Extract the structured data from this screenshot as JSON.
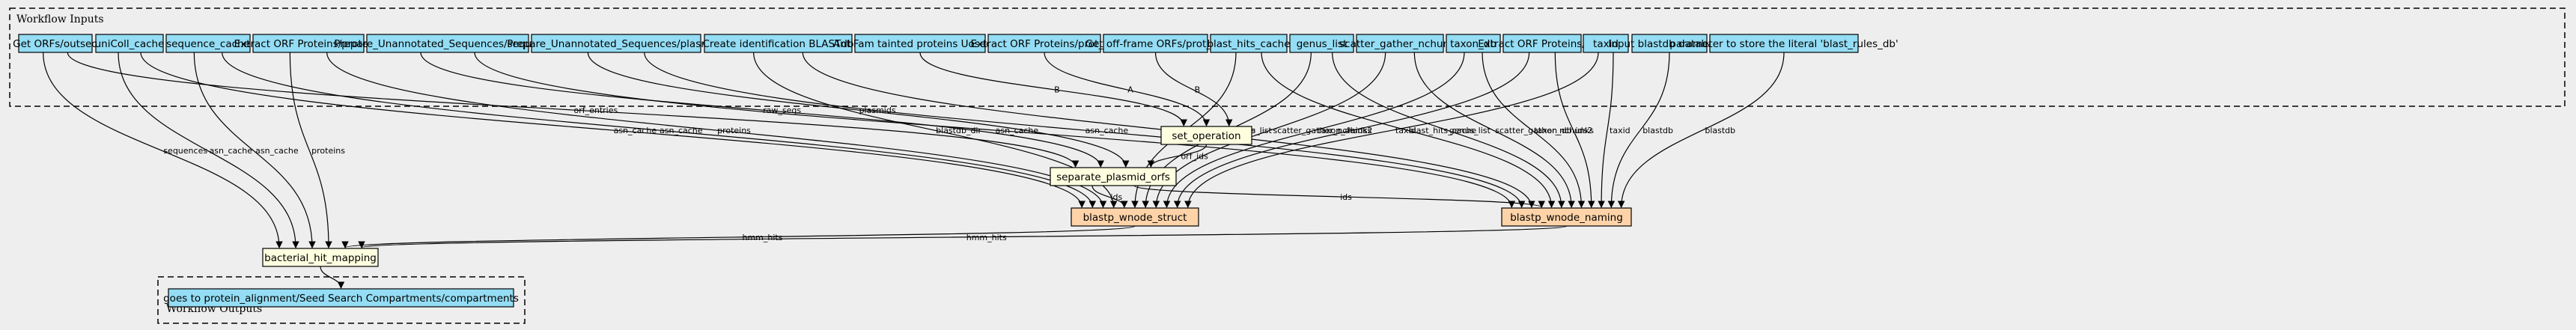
{
  "colors": {
    "background": "#eeeeee",
    "input_node": "#94ddf4",
    "step_node": "#ffffe0",
    "blast_node": "#ffd3a8",
    "output_node": "#94ddf4",
    "edge": "#000000"
  },
  "clusters": {
    "inputs_title": "Workflow Inputs",
    "outputs_title": "Workflow Outputs"
  },
  "inputs": [
    {
      "id": "in0",
      "label": "Get ORFs/outseq"
    },
    {
      "id": "in1",
      "label": "uniColl_cache"
    },
    {
      "id": "in2",
      "label": "sequence_cache"
    },
    {
      "id": "in3",
      "label": "Extract ORF Proteins/proteins"
    },
    {
      "id": "in4",
      "label": "Prepare_Unannotated_Sequences/sequences"
    },
    {
      "id": "in5",
      "label": "Prepare_Unannotated_Sequences/plasmids"
    },
    {
      "id": "in6",
      "label": "Create identification BLASTdb"
    },
    {
      "id": "in7",
      "label": "AntiFam tainted proteins Uoseqids"
    },
    {
      "id": "in8",
      "label": "Extract ORF Proteins/prot_ids"
    },
    {
      "id": "in9",
      "label": "Get off-frame ORFs/prot_ids"
    },
    {
      "id": "in10",
      "label": "blast_hits_cache"
    },
    {
      "id": "in11",
      "label": "genus_list"
    },
    {
      "id": "in12",
      "label": "scatter_gather_nchunks"
    },
    {
      "id": "in13",
      "label": "taxon_db"
    },
    {
      "id": "in14",
      "label": "Extract ORF Proteins/ids2"
    },
    {
      "id": "in15",
      "label": "taxid"
    },
    {
      "id": "in16",
      "label": "Input blastdb databases"
    },
    {
      "id": "in17",
      "label": "parameter to store the literal 'blast_rules_db'"
    }
  ],
  "steps": [
    {
      "id": "set_op",
      "label": "set_operation",
      "kind": "step"
    },
    {
      "id": "sep",
      "label": "separate_plasmid_orfs",
      "kind": "step"
    },
    {
      "id": "bws",
      "label": "blastp_wnode_struct",
      "kind": "blast"
    },
    {
      "id": "bwn",
      "label": "blastp_wnode_naming",
      "kind": "blast"
    },
    {
      "id": "bhm",
      "label": "bacterial_hit_mapping",
      "kind": "step"
    }
  ],
  "outputs": [
    {
      "id": "out0",
      "label": "goes to protein_alignment/Seed Search Compartments/compartments"
    }
  ],
  "edges": [
    {
      "from": "in0",
      "to": "bhm",
      "label": "sequences"
    },
    {
      "from": "in0",
      "to": "sep",
      "label": "orf_entries"
    },
    {
      "from": "in1",
      "to": "bhm",
      "label": "asn_cache"
    },
    {
      "from": "in1",
      "to": "bws",
      "label": "asn_cache"
    },
    {
      "from": "in2",
      "to": "bhm",
      "label": "asn_cache"
    },
    {
      "from": "in2",
      "to": "bws",
      "label": "asn_cache"
    },
    {
      "from": "in3",
      "to": "bhm",
      "label": "proteins"
    },
    {
      "from": "in3",
      "to": "bws",
      "label": "proteins"
    },
    {
      "from": "in4",
      "to": "sep",
      "label": "raw_seqs"
    },
    {
      "from": "in4",
      "to": "bwn",
      "label": "asn_cache"
    },
    {
      "from": "in5",
      "to": "sep",
      "label": "plasmids"
    },
    {
      "from": "in5",
      "to": "bwn",
      "label": "asn_cache"
    },
    {
      "from": "in6",
      "to": "bws",
      "label": "blastdb_dir"
    },
    {
      "from": "in6",
      "to": "bwn",
      "label": "proteins"
    },
    {
      "from": "in7",
      "to": "set_op",
      "label": "B"
    },
    {
      "from": "in8",
      "to": "set_op",
      "label": "A"
    },
    {
      "from": "in9",
      "to": "set_op",
      "label": "B"
    },
    {
      "from": "in10",
      "to": "bws",
      "label": "blast_hits_cache"
    },
    {
      "from": "in10",
      "to": "bwn",
      "label": "blast_hits_cache"
    },
    {
      "from": "in11",
      "to": "bws",
      "label": "genus_list"
    },
    {
      "from": "in11",
      "to": "bwn",
      "label": "genus_list"
    },
    {
      "from": "in12",
      "to": "bws",
      "label": "scatter_gather_nchunks"
    },
    {
      "from": "in12",
      "to": "bwn",
      "label": "scatter_gather_nchunks"
    },
    {
      "from": "in13",
      "to": "bws",
      "label": "taxon_db"
    },
    {
      "from": "in13",
      "to": "bwn",
      "label": "taxon_db"
    },
    {
      "from": "in14",
      "to": "bws",
      "label": "ids2"
    },
    {
      "from": "in14",
      "to": "bwn",
      "label": "ids2"
    },
    {
      "from": "in15",
      "to": "bws",
      "label": "taxid"
    },
    {
      "from": "in15",
      "to": "bwn",
      "label": "taxid"
    },
    {
      "from": "in16",
      "to": "bwn",
      "label": "blastdb"
    },
    {
      "from": "in17",
      "to": "bwn",
      "label": "blastdb"
    },
    {
      "from": "set_op",
      "to": "sep",
      "label": "orf_ids"
    },
    {
      "from": "sep",
      "to": "bws",
      "label": "ids"
    },
    {
      "from": "sep",
      "to": "bwn",
      "label": "ids"
    },
    {
      "from": "bws",
      "to": "bhm",
      "label": "hmm_hits"
    },
    {
      "from": "bwn",
      "to": "bhm",
      "label": "hmm_hits"
    },
    {
      "from": "bhm",
      "to": "out0",
      "label": ""
    }
  ]
}
